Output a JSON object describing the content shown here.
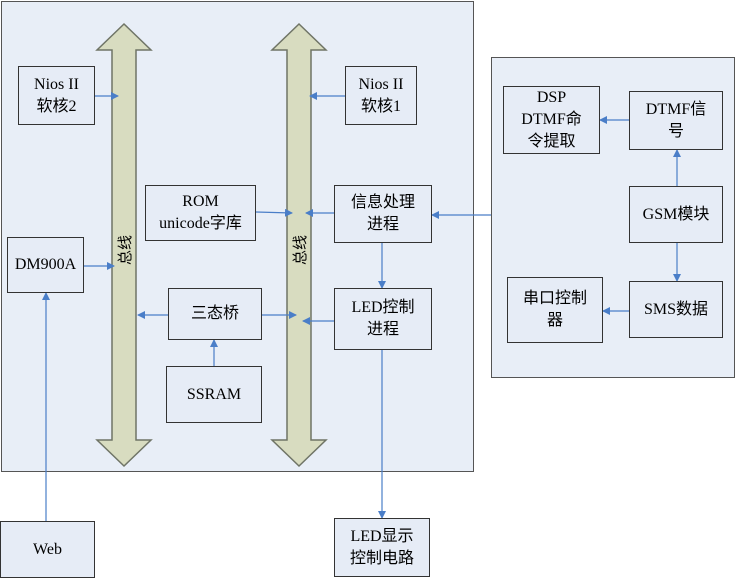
{
  "diagram": {
    "nodes": {
      "nios2_core2": [
        "Nios II",
        "软核2"
      ],
      "nios2_core1": [
        "Nios II",
        "软核1"
      ],
      "rom": [
        "ROM",
        "unicode字库"
      ],
      "info_proc": [
        "信息处理",
        "进程"
      ],
      "dm900a": [
        "DM900A"
      ],
      "tristate": [
        "三态桥"
      ],
      "led_ctrl": [
        "LED控制",
        "进程"
      ],
      "ssram": [
        "SSRAM"
      ],
      "dsp": [
        "DSP",
        "DTMF命",
        "令提取"
      ],
      "dtmf_sig": [
        "DTMF信",
        "号"
      ],
      "gsm": [
        "GSM模块"
      ],
      "uart": [
        "串口控制",
        "器"
      ],
      "sms": [
        "SMS数据"
      ],
      "web": [
        "Web"
      ],
      "led_display": [
        "LED显示",
        "控制电路"
      ]
    },
    "bus_left_label": "总线",
    "bus_right_label": "总线"
  },
  "colors": {
    "panel_fill": "#e8eef7",
    "box_fill": "#e6ecf6",
    "bus_fill": "#d8dcc0",
    "arrow": "#4a7ec8"
  }
}
